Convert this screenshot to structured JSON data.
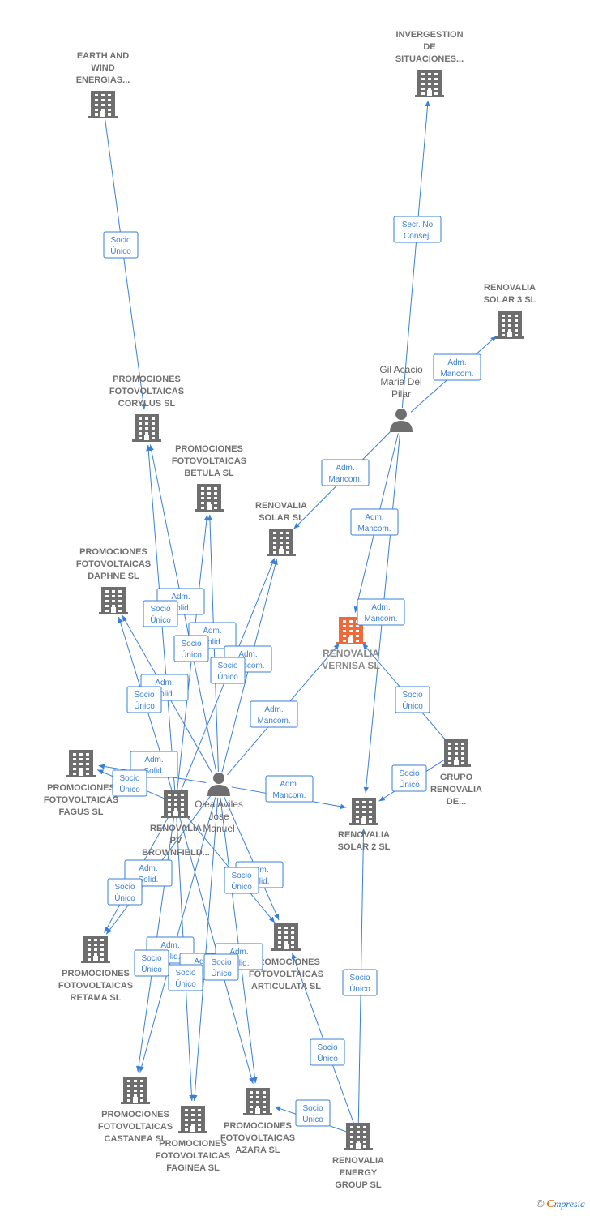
{
  "colors": {
    "edge": "#3a7fd5",
    "node": "#6e6e6e",
    "focus": "#ee6a3a"
  },
  "nodes": [
    {
      "id": "earth",
      "type": "company",
      "label": [
        "EARTH AND",
        "WIND",
        "ENERGIAS..."
      ]
    },
    {
      "id": "invergestion",
      "type": "company",
      "label": [
        "INVERGESTION",
        "DE",
        "SITUACIONES..."
      ]
    },
    {
      "id": "solar3",
      "type": "company",
      "label": [
        "RENOVALIA",
        "SOLAR 3 SL"
      ]
    },
    {
      "id": "gil",
      "type": "person",
      "label": [
        "Gil Acacio",
        "Maria Del",
        "Pilar"
      ]
    },
    {
      "id": "corylus",
      "type": "company",
      "label": [
        "PROMOCIONES",
        "FOTOVOLTAICAS",
        "CORYLUS SL"
      ]
    },
    {
      "id": "betula",
      "type": "company",
      "label": [
        "PROMOCIONES",
        "FOTOVOLTAICAS",
        "BETULA SL"
      ]
    },
    {
      "id": "solar",
      "type": "company",
      "label": [
        "RENOVALIA",
        "SOLAR SL"
      ]
    },
    {
      "id": "daphne",
      "type": "company",
      "label": [
        "PROMOCIONES",
        "FOTOVOLTAICAS",
        "DAPHNE SL"
      ]
    },
    {
      "id": "vernisa",
      "type": "focus",
      "label": [
        "RENOVALIA",
        "VERNISA  SL"
      ]
    },
    {
      "id": "grupo",
      "type": "company",
      "label": [
        "GRUPO",
        "RENOVALIA",
        "DE..."
      ]
    },
    {
      "id": "fagus",
      "type": "company",
      "label": [
        "PROMOCIONES",
        "FOTOVOLTAICAS",
        "FAGUS SL"
      ]
    },
    {
      "id": "olea",
      "type": "person",
      "label": [
        "Olea Aviles",
        "Jose",
        "Manuel"
      ]
    },
    {
      "id": "pv",
      "type": "company",
      "label": [
        "RENOVALIA",
        "PV",
        "BROWNFIELD..."
      ]
    },
    {
      "id": "solar2",
      "type": "company",
      "label": [
        "RENOVALIA",
        "SOLAR 2 SL"
      ]
    },
    {
      "id": "retama",
      "type": "company",
      "label": [
        "PROMOCIONES",
        "FOTOVOLTAICAS",
        "RETAMA SL"
      ]
    },
    {
      "id": "articulata",
      "type": "company",
      "label": [
        "PROMOCIONES",
        "FOTOVOLTAICAS",
        "ARTICULATA SL"
      ]
    },
    {
      "id": "castanea",
      "type": "company",
      "label": [
        "PROMOCIONES",
        "FOTOVOLTAICAS",
        "CASTANEA SL"
      ]
    },
    {
      "id": "faginea",
      "type": "company",
      "label": [
        "PROMOCIONES",
        "FOTOVOLTAICAS",
        "FAGINEA SL"
      ]
    },
    {
      "id": "azara",
      "type": "company",
      "label": [
        "PROMOCIONES",
        "FOTOVOLTAICAS",
        "AZARA SL"
      ]
    },
    {
      "id": "energy",
      "type": "company",
      "label": [
        "RENOVALIA",
        "ENERGY",
        "GROUP  SL"
      ]
    }
  ],
  "edges": [
    {
      "from": "earth",
      "to": "corylus",
      "label": [
        "Socio",
        "Único"
      ]
    },
    {
      "from": "gil",
      "to": "invergestion",
      "label": [
        "Secr.  No",
        "Consej."
      ]
    },
    {
      "from": "gil",
      "to": "solar3",
      "label": [
        "Adm.",
        "Mancom."
      ]
    },
    {
      "from": "gil",
      "to": "solar",
      "label": [
        "Adm.",
        "Mancom."
      ]
    },
    {
      "from": "gil",
      "to": "vernisa",
      "label": [
        "Adm.",
        "Mancom."
      ]
    },
    {
      "from": "gil",
      "to": "solar2",
      "label": [
        "Adm.",
        "Mancom."
      ]
    },
    {
      "from": "grupo",
      "to": "vernisa",
      "label": [
        "Socio",
        "Único"
      ]
    },
    {
      "from": "grupo",
      "to": "solar2",
      "label": [
        "Socio",
        "Único"
      ]
    },
    {
      "from": "energy",
      "to": "solar2",
      "label": [
        "Socio",
        "Único"
      ]
    },
    {
      "from": "energy",
      "to": "articulata",
      "label": [
        "Socio",
        "Único"
      ]
    },
    {
      "from": "energy",
      "to": "azara",
      "label": [
        "Socio",
        "Único"
      ]
    },
    {
      "from": "olea",
      "to": "corylus",
      "label": [
        "Adm.",
        "Solid."
      ]
    },
    {
      "from": "pv",
      "to": "corylus",
      "label": [
        "Socio",
        "Único"
      ]
    },
    {
      "from": "olea",
      "to": "betula",
      "label": [
        "Adm.",
        "Solid."
      ]
    },
    {
      "from": "pv",
      "to": "betula",
      "label": [
        "Socio",
        "Único"
      ]
    },
    {
      "from": "olea",
      "to": "solar",
      "label": [
        "Adm.",
        "Mancom."
      ]
    },
    {
      "from": "pv",
      "to": "solar",
      "label": [
        "Socio",
        "Único"
      ]
    },
    {
      "from": "olea",
      "to": "daphne",
      "label": [
        "Adm.",
        "Solid."
      ]
    },
    {
      "from": "pv",
      "to": "daphne",
      "label": [
        "Socio",
        "Único"
      ]
    },
    {
      "from": "olea",
      "to": "vernisa",
      "label": [
        "Adm.",
        "Mancom."
      ]
    },
    {
      "from": "olea",
      "to": "fagus",
      "label": [
        "Adm.",
        "Solid."
      ]
    },
    {
      "from": "pv",
      "to": "fagus",
      "label": [
        "Socio",
        "Único"
      ]
    },
    {
      "from": "olea",
      "to": "solar2",
      "label": [
        "Adm.",
        "Mancom."
      ]
    },
    {
      "from": "olea",
      "to": "retama",
      "label": [
        "Adm.",
        "Solid."
      ]
    },
    {
      "from": "pv",
      "to": "retama",
      "label": [
        "Socio",
        "Único"
      ]
    },
    {
      "from": "olea",
      "to": "articulata",
      "label": [
        "Adm.",
        "Solid."
      ]
    },
    {
      "from": "pv",
      "to": "articulata",
      "label": [
        "Socio",
        "Único"
      ]
    },
    {
      "from": "olea",
      "to": "castanea",
      "label": [
        "Adm.",
        "Solid."
      ]
    },
    {
      "from": "pv",
      "to": "castanea",
      "label": [
        "Socio",
        "Único"
      ]
    },
    {
      "from": "olea",
      "to": "faginea",
      "label": [
        "Adm.",
        "Solid."
      ]
    },
    {
      "from": "pv",
      "to": "faginea",
      "label": [
        "Socio",
        "Único"
      ]
    },
    {
      "from": "olea",
      "to": "azara",
      "label": [
        "Adm.",
        "Solid."
      ]
    },
    {
      "from": "pv",
      "to": "azara",
      "label": [
        "Socio",
        "Único"
      ]
    }
  ],
  "brand": {
    "copyright": "©",
    "initial": "C",
    "rest": "mpresia"
  }
}
